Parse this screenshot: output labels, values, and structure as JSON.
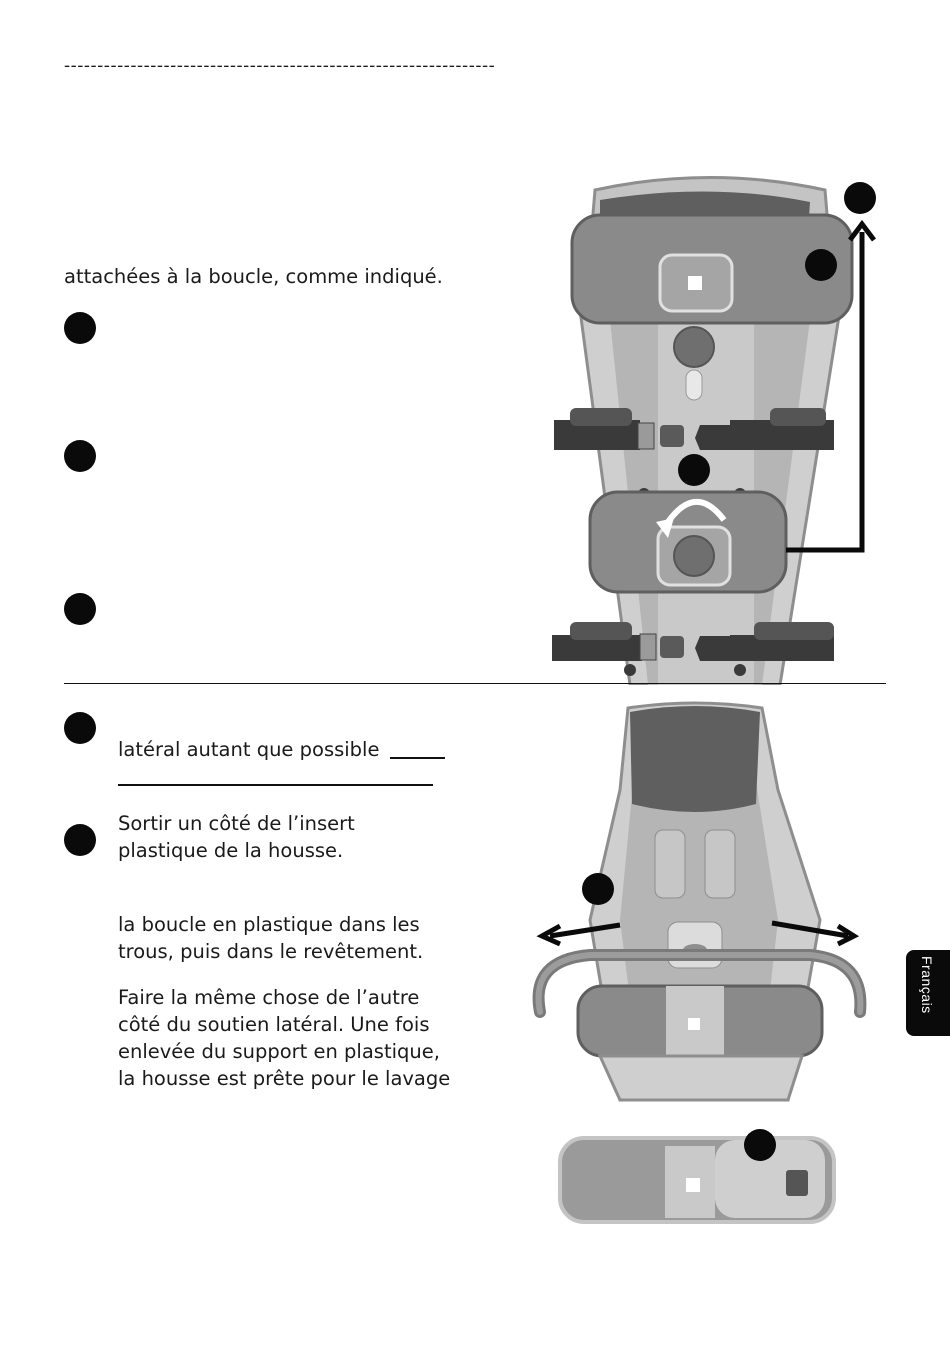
{
  "header": {
    "dashes": "-----------------------------------------------------------------"
  },
  "section1": {
    "intro": "attachées à la boucle, comme indiqué."
  },
  "section2": {
    "step1_line1": "latéral autant que possible",
    "step2_line1": "Sortir un côté de l’insert",
    "step2_line2": "plastique de la housse.",
    "step3_line1": "la boucle en plastique dans les",
    "step3_line2": "trous, puis dans le revêtement.",
    "step4_line1": "Faire la même chose de l’autre",
    "step4_line2": "côté du soutien latéral. Une fois",
    "step4_line3": "enlevée du support en plastique,",
    "step4_line4": "la housse est prête pour le lavage"
  },
  "side_tab": {
    "label": "Français"
  },
  "colors": {
    "dark": "#0a0a0a",
    "seat_dark": "#5f5f5f",
    "seat_mid": "#8e8e8e",
    "seat_light": "#c6c6c6",
    "strap": "#3a3a3a"
  }
}
